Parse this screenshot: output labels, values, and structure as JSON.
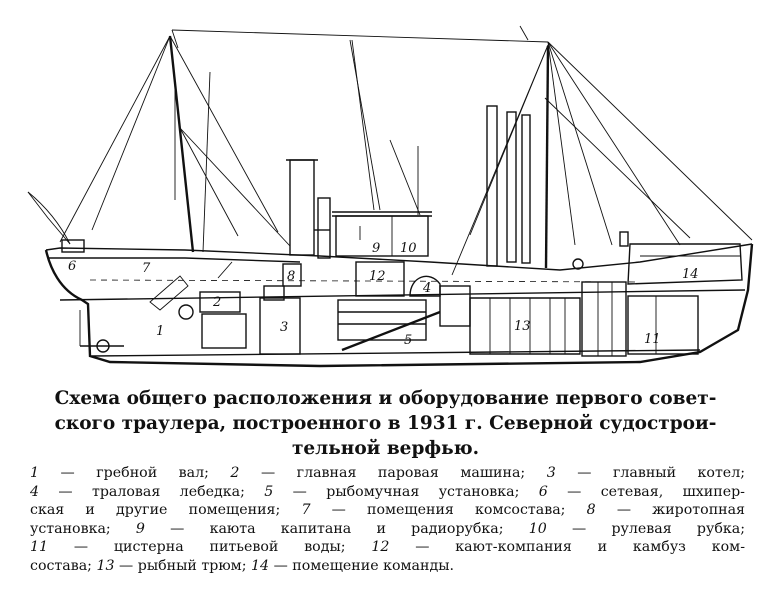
{
  "figure": {
    "caption_lines": [
      "Схема общего расположения и оборудование первого совет-",
      "ского траулера, построенного в 1931 г. Северной судострои-",
      "тельной верфью."
    ],
    "callouts": [
      "1",
      "2",
      "3",
      "4",
      "5",
      "6",
      "7",
      "8",
      "9",
      "10",
      "11",
      "12",
      "13",
      "14"
    ],
    "legend_lines": [
      [
        {
          "n": "1",
          "t": " — гребной вал; "
        },
        {
          "n": "2",
          "t": " — главная паровая машина; "
        },
        {
          "n": "3",
          "t": " — главный котел;"
        }
      ],
      [
        {
          "n": "4",
          "t": " — траловая лебедка; "
        },
        {
          "n": "5",
          "t": " — рыбомучная установка; "
        },
        {
          "n": "6",
          "t": " — сетевая, шхипер-"
        }
      ],
      [
        {
          "n": "",
          "t": "ская и другие помещения; "
        },
        {
          "n": "7",
          "t": " — помещения комсостава; "
        },
        {
          "n": "8",
          "t": " — жиротопная"
        }
      ],
      [
        {
          "n": "",
          "t": "установка; "
        },
        {
          "n": "9",
          "t": " — каюта капитана и радиорубка; "
        },
        {
          "n": "10",
          "t": " — рулевая рубка;"
        }
      ],
      [
        {
          "n": "11",
          "t": " — цистерна питьевой воды; "
        },
        {
          "n": "12",
          "t": " — кают-компания и камбуз ком-"
        }
      ],
      [
        {
          "n": "",
          "t": "состава; "
        },
        {
          "n": "13",
          "t": " — рыбный трюм; "
        },
        {
          "n": "14",
          "t": " — помещение команды."
        }
      ]
    ]
  }
}
